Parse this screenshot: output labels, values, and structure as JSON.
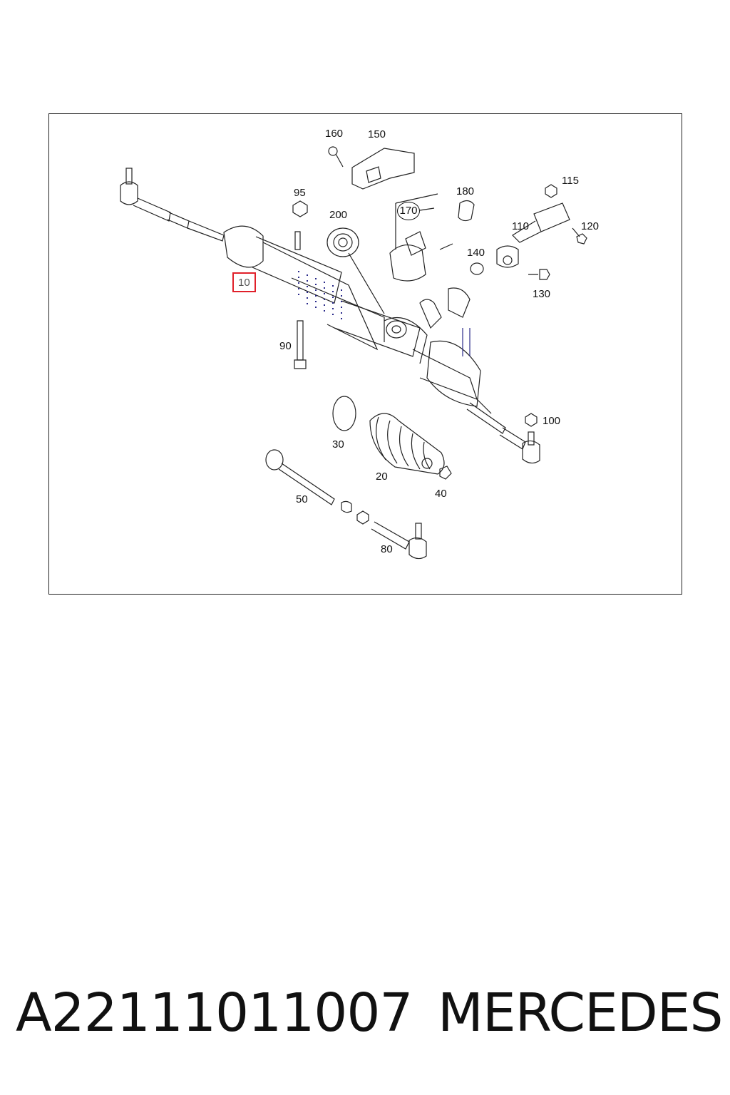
{
  "diagram": {
    "callouts": {
      "c160": "160",
      "c150": "150",
      "c95": "95",
      "c200": "200",
      "c170": "170",
      "c180": "180",
      "c115": "115",
      "c110": "110",
      "c120": "120",
      "c140": "140",
      "c130": "130",
      "c10": "10",
      "c90": "90",
      "c100": "100",
      "c30": "30",
      "c20": "20",
      "c40": "40",
      "c50": "50",
      "c80": "80"
    },
    "highlight_color": "#e0202a"
  },
  "caption": {
    "part_number": "A22111011007",
    "brand": "MERCEDES"
  }
}
